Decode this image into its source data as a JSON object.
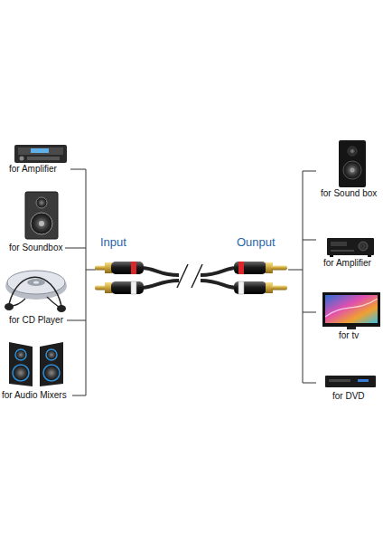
{
  "diagram": {
    "labels": [
      "for Amplifier",
      "for Soundbox",
      "for CD Player",
      "for Audio Mixers",
      "Input",
      "Ounput",
      "for Sound box",
      "for Amplifier",
      "for tv",
      "for DVD"
    ]
  }
}
